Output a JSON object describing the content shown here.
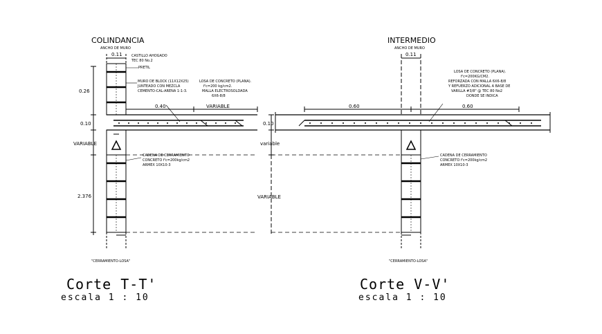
{
  "section_tt": {
    "header": "COLINDANCIA",
    "ancho_muro": "ANCHO DE MURO",
    "dim_011": "0.11",
    "castillo_l1": "CASTILLO AHOGADO",
    "castillo_l2": "TEC 80 No.2",
    "pretil": "PRETIL",
    "muro_l1": "MURO DE BLOCK (11X12X25)",
    "muro_l2": "JUNTEADO CON MEZCLA",
    "muro_l3": "CEMENTO-CAL-ARENA 1-1-3.",
    "losa_l1": "LOSA DE CONCRETO (PLANA).",
    "losa_l2": "f'c=200 kg/cm2.",
    "losa_l3": "MALLA ELECTROSOLDADA",
    "losa_l4": "6X6-8/8",
    "dim_026": "0.26",
    "dim_040": "0.40",
    "dim_variable_top": "VARIABLE",
    "dim_010": "0.10",
    "dim_variable_left": "VARIABLE",
    "cadena_l1": "CADENA DE CERRAMIENTO",
    "cadena_l2": "CONCRETO f'c=200kg/cm2",
    "cadena_l3": "ARMEX 10X10-3",
    "dim_2376": "2.376",
    "dim_variable_mid": "VARIABLE",
    "caption": "\"CERRAMIENTO-LOSA\"",
    "title": "Corte  T-T'",
    "scale": "escala 1 : 10"
  },
  "section_vv": {
    "header": "INTERMEDIO",
    "ancho_muro": "ANCHO DE MURO",
    "dim_011": "0.11",
    "losa_l1": "LOSA DE CONCRETO (PLANA).",
    "losa_l2": "f'c=200KG/CM2.",
    "losa_l3": "REFORZADA CON MALLA 6X6-8/8",
    "losa_l4": "Y REFUERZO ADICIONAL A BASE DE",
    "losa_l5": "VARILLA #3/8\" @ TEC 80 No2",
    "losa_l6": "DONDE SE INDICA",
    "dim_060_left": "0.60",
    "dim_060_right": "0.60",
    "dim_010": "0.10",
    "dim_variable": "variable",
    "cadena_l1": "CADENA DE CERRAMIENTO",
    "cadena_l2": "CONCRETO f'c=200kg/cm2",
    "cadena_l3": "ARMEX 10X10-3",
    "caption": "\"CERRAMIENTO-LOSA\"",
    "title": "Corte   V-V'",
    "scale": "escala 1 : 10"
  }
}
